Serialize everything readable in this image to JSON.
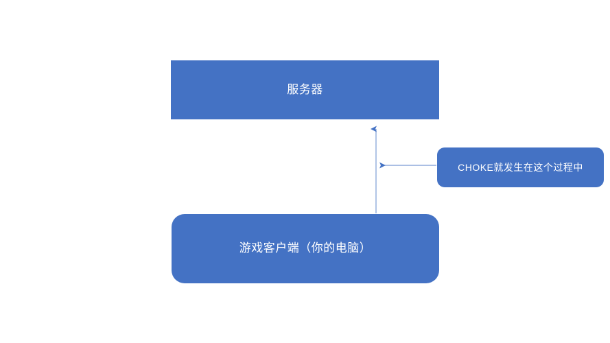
{
  "diagram": {
    "title_text": "",
    "background_color": "#ffffff",
    "accent_color": "#4472C4",
    "connector_color": "#8FAADC",
    "text_color": "#ffffff",
    "nodes": [
      {
        "id": "server",
        "label": "服务器",
        "shape": "rectangle",
        "fill": "#4472C4"
      },
      {
        "id": "client",
        "label": "游戏客户端（你的电脑）",
        "shape": "rounded-rectangle",
        "fill": "#4472C4"
      },
      {
        "id": "annotation",
        "label": "CHOKE就发生在这个过程中",
        "shape": "rounded-rectangle",
        "fill": "#4472C4"
      }
    ],
    "connectors": [
      {
        "id": "client-to-server",
        "from": "client",
        "to": "server",
        "direction": "up",
        "arrowhead": "end",
        "label": ""
      },
      {
        "id": "annotation-to-link",
        "from": "annotation",
        "to": "client-to-server",
        "direction": "left",
        "arrowhead": "end",
        "label": ""
      }
    ]
  }
}
